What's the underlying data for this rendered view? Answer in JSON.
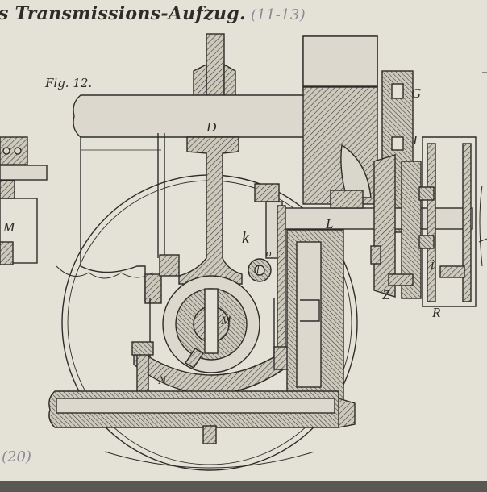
{
  "header": {
    "title": "s Transmissions-Aufzug.",
    "ref": "(11-13)"
  },
  "figure": {
    "label": "Fig. 12.",
    "part_labels": {
      "D": "D",
      "G": "G",
      "I": "I",
      "k": "k",
      "L": "L",
      "o": "o",
      "l": "l",
      "M_left": "M",
      "M_center": "M",
      "N": "N",
      "i": "i",
      "Z": "Z",
      "R": "R"
    }
  },
  "page_ref": "(20)",
  "colors": {
    "paper": "#e4e1d6",
    "ink": "#2d2c28",
    "pencil": "#8a8a98",
    "hatch_bg": "#ccc8bb"
  }
}
